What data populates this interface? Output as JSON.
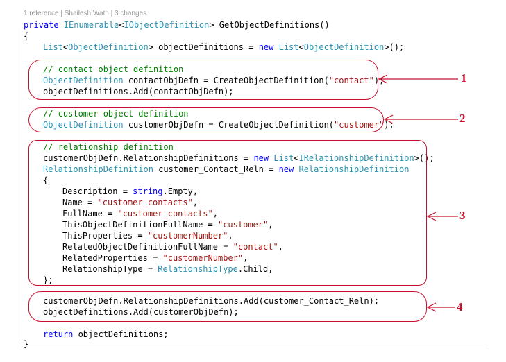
{
  "codelens": "1 reference | Shailesh Wath | 3 changes",
  "code": {
    "l1": {
      "a": "private ",
      "b": "IEnumerable",
      "c": "<",
      "d": "IObjectDefinition",
      "e": "> GetObjectDefinitions()"
    },
    "l2": "{",
    "l3": {
      "a": "List",
      "b": "<",
      "c": "ObjectDefinition",
      "d": "> objectDefinitions = ",
      "e": "new ",
      "f": "List",
      "g": "<",
      "h": "ObjectDefinition",
      "i": ">();"
    },
    "l4": "// contact object definition",
    "l5": {
      "a": "ObjectDefinition",
      "b": " contactObjDefn = CreateObjectDefinition(",
      "c": "\"contact\"",
      "d": ");"
    },
    "l6": "objectDefinitions.Add(contactObjDefn);",
    "l7": "// customer object definition",
    "l8": {
      "a": "ObjectDefinition",
      "b": " customerObjDefn = CreateObjectDefinition(",
      "c": "\"customer\"",
      "d": ");"
    },
    "l9": "// relationship definition",
    "l10": {
      "a": "customerObjDefn.RelationshipDefinitions = ",
      "b": "new ",
      "c": "List",
      "d": "<",
      "e": "IRelationshipDefinition",
      "f": ">();"
    },
    "l11": {
      "a": "RelationshipDefinition",
      "b": " customer_Contact_Reln = ",
      "c": "new ",
      "d": "RelationshipDefinition"
    },
    "l12": "{",
    "l13": {
      "a": "Description = ",
      "b": "string",
      "c": ".Empty,"
    },
    "l14": {
      "a": "Name = ",
      "b": "\"customer_contacts\"",
      "c": ","
    },
    "l15": {
      "a": "FullName = ",
      "b": "\"customer_contacts\"",
      "c": ","
    },
    "l16": {
      "a": "ThisObjectDefinitionFullName = ",
      "b": "\"customer\"",
      "c": ","
    },
    "l17": {
      "a": "ThisProperties = ",
      "b": "\"customerNumber\"",
      "c": ","
    },
    "l18": {
      "a": "RelatedObjectDefinitionFullName = ",
      "b": "\"contact\"",
      "c": ","
    },
    "l19": {
      "a": "RelatedProperties = ",
      "b": "\"customerNumber\"",
      "c": ","
    },
    "l20": {
      "a": "RelationshipType = ",
      "b": "RelationshipType",
      "c": ".Child,"
    },
    "l21": "};",
    "l22": "customerObjDefn.RelationshipDefinitions.Add(customer_Contact_Reln);",
    "l23": "objectDefinitions.Add(customerObjDefn);",
    "l24": {
      "a": "return ",
      "b": "objectDefinitions;"
    },
    "l25": "}"
  },
  "annotations": [
    "1",
    "2",
    "3",
    "4"
  ],
  "colors": {
    "keyword": "#0000ff",
    "type": "#2b91af",
    "string": "#a31515",
    "comment": "#008000",
    "callout": "#c8102e"
  }
}
